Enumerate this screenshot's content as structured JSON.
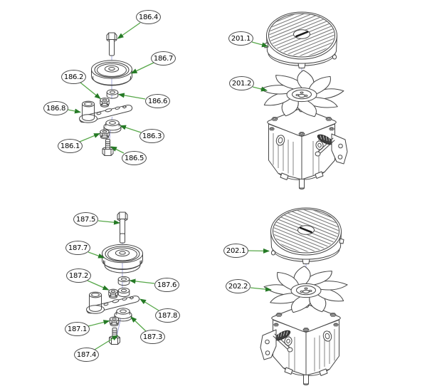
{
  "page": {
    "background": "#ffffff",
    "type_hint": "exploded parts diagram"
  },
  "colors": {
    "line_art": "#454545",
    "arrow_line": "#56a748",
    "arrow_head": "#267a26",
    "center_line": "#9c9fd8",
    "callout_border": "#4a4a4a",
    "callout_fill": "#ffffff",
    "callout_text": "#000000"
  },
  "assemblies": [
    {
      "id": "idler-assembly-186",
      "callouts": [
        {
          "label": "186.4"
        },
        {
          "label": "186.7"
        },
        {
          "label": "186.2"
        },
        {
          "label": "186.6"
        },
        {
          "label": "186.8"
        },
        {
          "label": "186.3"
        },
        {
          "label": "186.1"
        },
        {
          "label": "186.5"
        }
      ]
    },
    {
      "id": "transaxle-201",
      "callouts": [
        {
          "label": "201.1"
        },
        {
          "label": "201.2"
        }
      ]
    },
    {
      "id": "idler-assembly-187",
      "callouts": [
        {
          "label": "187.5"
        },
        {
          "label": "187.7"
        },
        {
          "label": "187.2"
        },
        {
          "label": "187.6"
        },
        {
          "label": "187.8"
        },
        {
          "label": "187.1"
        },
        {
          "label": "187.3"
        },
        {
          "label": "187.4"
        }
      ]
    },
    {
      "id": "transaxle-202",
      "callouts": [
        {
          "label": "202.1"
        },
        {
          "label": "202.2"
        }
      ]
    }
  ]
}
